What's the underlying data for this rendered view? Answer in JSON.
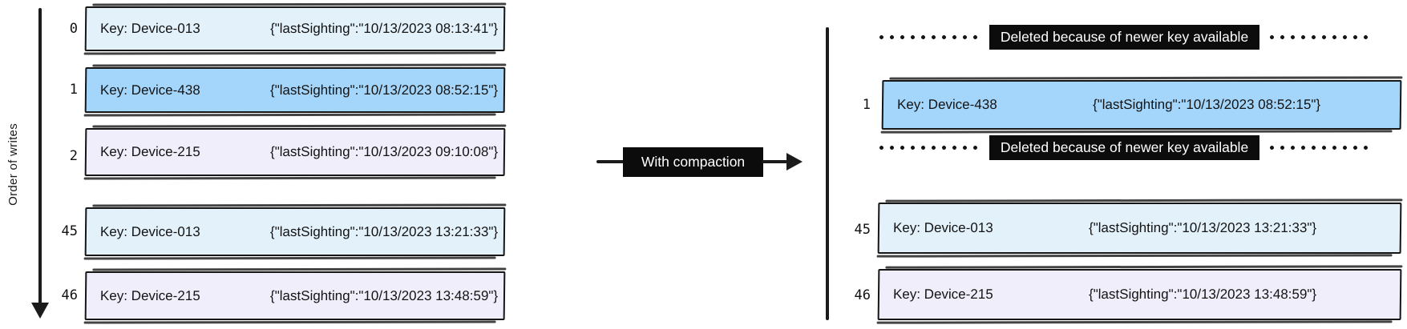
{
  "colors": {
    "record_device013_bg": "#e3f1fb",
    "record_device438_bg": "#a4d6fb",
    "record_device215_bg": "#f0eefa",
    "label_bg": "#0c0c0c",
    "label_text": "#ffffff",
    "stroke": "#161616"
  },
  "left_panel": {
    "axis_label": "Order of writes",
    "rows": [
      {
        "index": "0",
        "key": "Key: Device-013",
        "value": "{\"lastSighting\":\"10/13/2023 08:13:41\"}"
      },
      {
        "index": "1",
        "key": "Key: Device-438",
        "value": "{\"lastSighting\":\"10/13/2023 08:52:15\"}"
      },
      {
        "index": "2",
        "key": "Key: Device-215",
        "value": "{\"lastSighting\":\"10/13/2023 09:10:08\"}"
      },
      {
        "index": "45",
        "key": "Key: Device-013",
        "value": "{\"lastSighting\":\"10/13/2023 13:21:33\"}"
      },
      {
        "index": "46",
        "key": "Key: Device-215",
        "value": "{\"lastSighting\":\"10/13/2023 13:48:59\"}"
      }
    ]
  },
  "transform_arrow": {
    "label": "With compaction"
  },
  "right_panel": {
    "deleted_label": "Deleted because of newer key available",
    "rows": [
      {
        "index": "1",
        "key": "Key: Device-438",
        "value": "{\"lastSighting\":\"10/13/2023 08:52:15\"}"
      },
      {
        "index": "45",
        "key": "Key: Device-013",
        "value": "{\"lastSighting\":\"10/13/2023 13:21:33\"}"
      },
      {
        "index": "46",
        "key": "Key: Device-215",
        "value": "{\"lastSighting\":\"10/13/2023 13:48:59\"}"
      }
    ]
  }
}
